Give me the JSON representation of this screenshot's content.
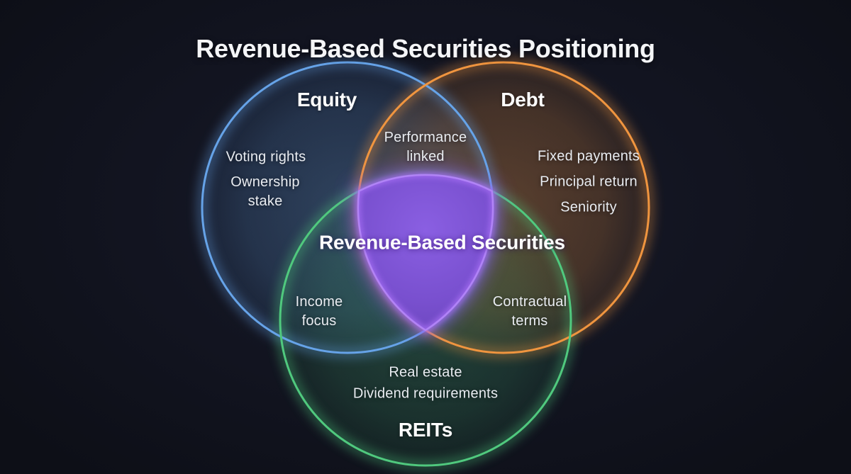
{
  "title": "Revenue-Based Securities Positioning",
  "background": "#11131c",
  "venn": {
    "equity": {
      "label": "Equity",
      "color": "#66a3e8",
      "traits": [
        "Voting rights",
        "Ownership stake"
      ]
    },
    "debt": {
      "label": "Debt",
      "color": "#f0953f",
      "traits": [
        "Fixed payments",
        "Principal return",
        "Seniority"
      ]
    },
    "reits": {
      "label": "REITs",
      "color": "#50c97e",
      "traits": [
        "Real estate",
        "Dividend requirements"
      ]
    },
    "overlaps": {
      "equity_debt": "Performance linked",
      "equity_reits": "Income focus",
      "debt_reits": "Contractual terms"
    },
    "center": {
      "label": "Revenue-Based Securities",
      "color": "#b183f6"
    }
  }
}
